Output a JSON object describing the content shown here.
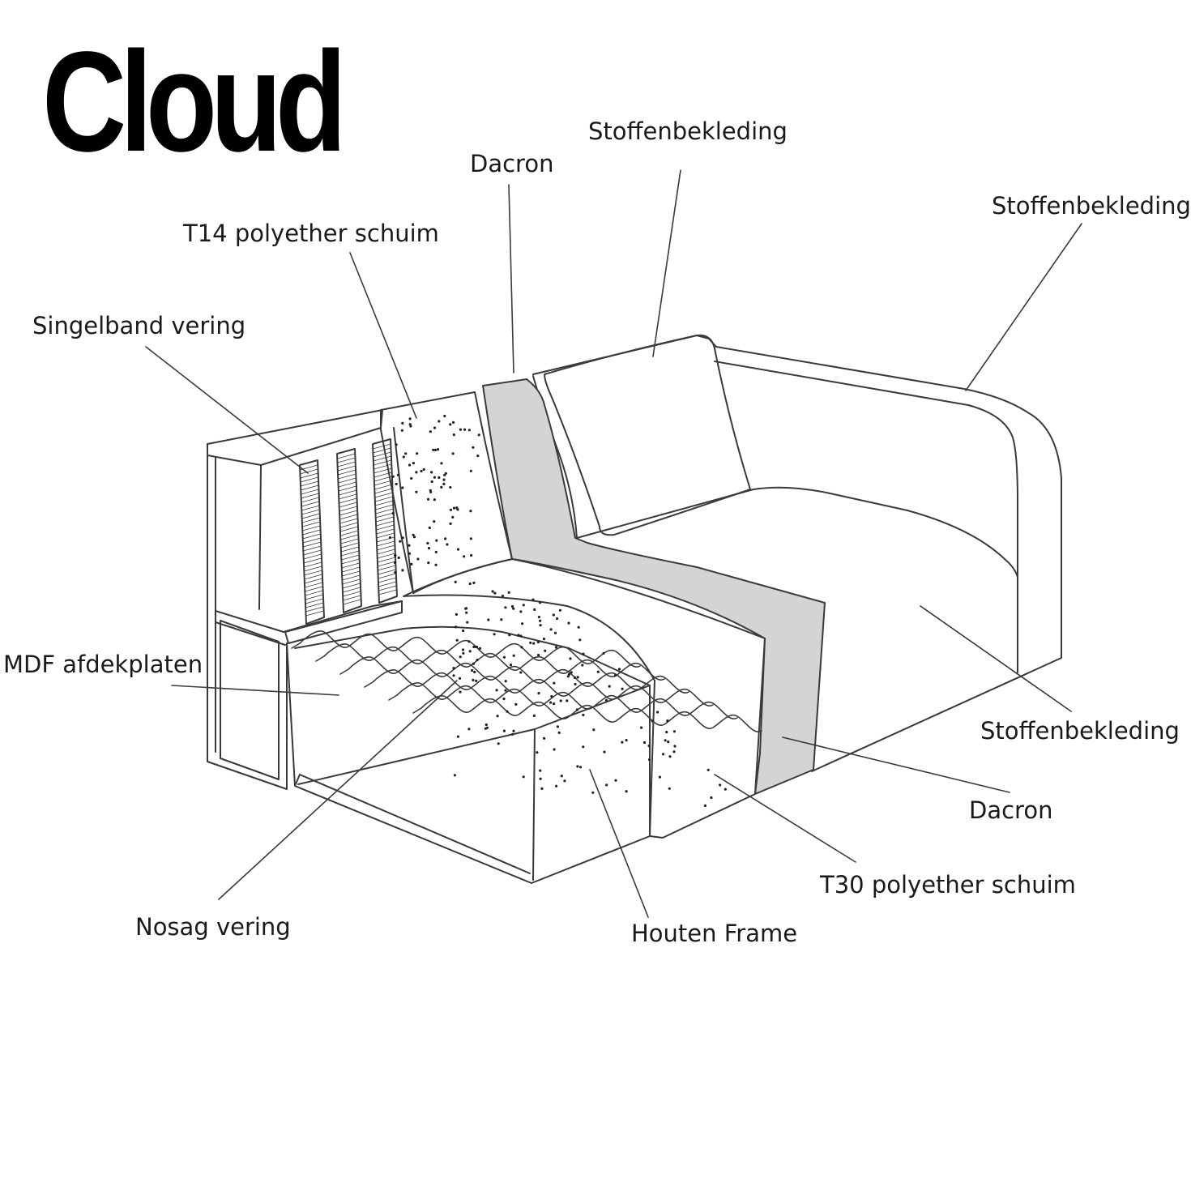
{
  "title": "Cloud",
  "colors": {
    "line": "#3a3a3a",
    "dacron_fill": "#d4d4d4",
    "background": "#ffffff",
    "text": "#1a1a1a"
  },
  "labels": {
    "stoffenbekleding_back": "Stoffenbekleding",
    "dacron_top": "Dacron",
    "stoffenbekleding_arm": "Stoffenbekleding",
    "t14": "T14 polyether schuim",
    "singelband": "Singelband vering",
    "mdf": "MDF afdekplaten",
    "stoffenbekleding_seat": "Stoffenbekleding",
    "dacron_seat": "Dacron",
    "t30": "T30 polyether schuim",
    "houten_frame": "Houten Frame",
    "nosag": "Nosag vering"
  }
}
